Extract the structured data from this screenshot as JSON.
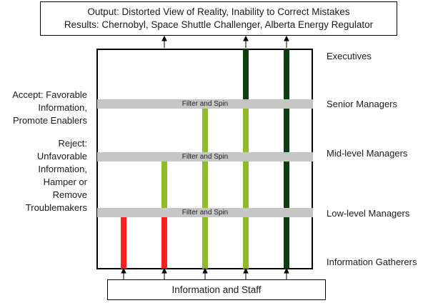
{
  "output": {
    "line1": "Output: Distorted View of Reality, Inability to Correct Mistakes",
    "line2": "Results: Chernobyl, Space Shuttle Challenger, Alberta Energy Regulator"
  },
  "input": {
    "label": "Information and Staff"
  },
  "filters": [
    "Filter and Spin",
    "Filter and Spin",
    "Filter and Spin"
  ],
  "levels": [
    "Executives",
    "Senior Managers",
    "Mid-level Managers",
    "Low-level Managers",
    "Information Gatherers"
  ],
  "left_notes": {
    "accept": [
      "Accept: Favorable",
      "Information,",
      "Promote Enablers"
    ],
    "reject": [
      "Reject:",
      "Unfavorable",
      "Information,",
      "Hamper or",
      "Remove",
      "Troublemakers"
    ]
  },
  "colors": {
    "red": "#ff1f1f",
    "light_green": "#8dbb2c",
    "dark_green": "#0e3d10",
    "filter_gray": "#c6c6c6"
  }
}
